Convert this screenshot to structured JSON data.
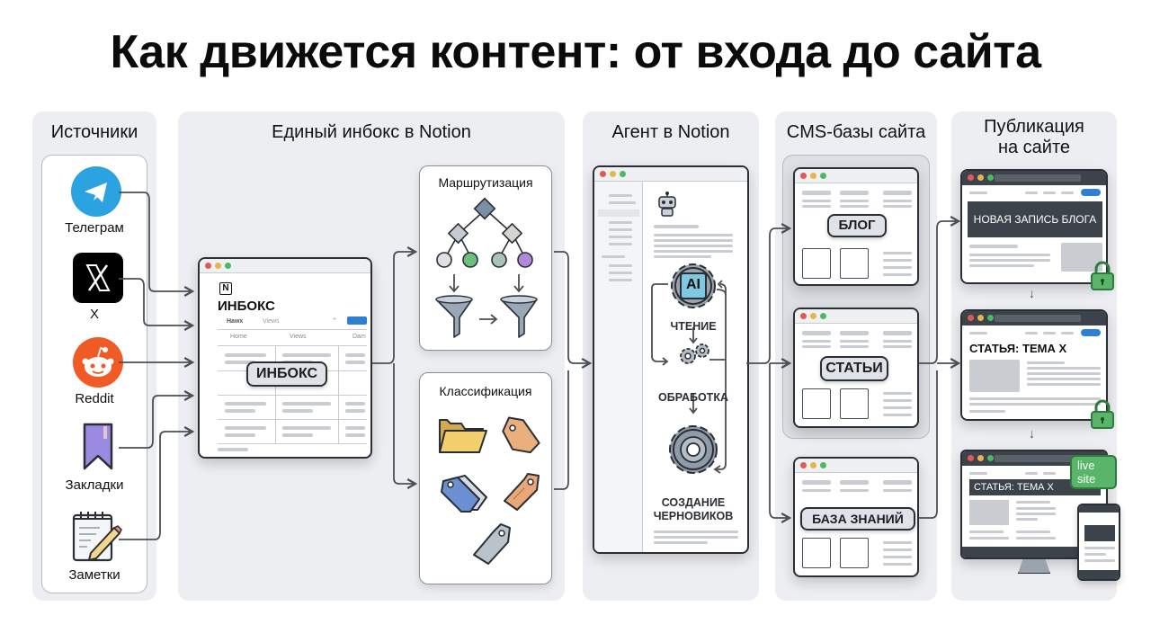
{
  "title": "Как движется контент: от входа до сайта",
  "columns": {
    "sources": {
      "title": "Источники",
      "items": [
        {
          "label": "Телеграм",
          "icon": "telegram-icon",
          "color": "#2aa3e0"
        },
        {
          "label": "X",
          "icon": "x-icon",
          "color": "#000000"
        },
        {
          "label": "Reddit",
          "icon": "reddit-icon",
          "color": "#f05a24"
        },
        {
          "label": "Закладки",
          "icon": "bookmark-icon",
          "color": "#9b8be0"
        },
        {
          "label": "Заметки",
          "icon": "notepad-icon",
          "color": "#f2d88a"
        }
      ]
    },
    "inbox": {
      "title": "Единый инбокс в Notion",
      "window": {
        "page_title": "ИНБОКС",
        "tabs": [
          "Наwx",
          "Views"
        ],
        "columns": [
          "Home",
          "Views",
          "Dam"
        ],
        "badge": "ИНБОКС"
      },
      "routing": {
        "title": "Маршрутизация"
      },
      "classification": {
        "title": "Классификация"
      }
    },
    "agent": {
      "title": "Агент в Notion",
      "ai_badge": "AI",
      "steps": [
        "ЧТЕНИЕ",
        "ОБРАБОТКА",
        "СОЗДАНИЕ ЧЕРНОВИКОВ"
      ]
    },
    "cms": {
      "title": "CMS-базы сайта",
      "databases": [
        "БЛОГ",
        "СТАТЬИ",
        "БАЗА ЗНАНИЙ"
      ]
    },
    "publish": {
      "title": "Публикация на сайте",
      "pages": [
        {
          "heading": "НОВАЯ ЗАПИСЬ БЛОГА",
          "locked": true
        },
        {
          "heading": "СТАТЬЯ: ТЕМА X",
          "locked": true
        },
        {
          "heading": "СТАТЬЯ: ТЕМА X",
          "badge": "live site"
        }
      ]
    }
  },
  "colors": {
    "panel": "#eceef1",
    "accent_blue": "#2f80d0",
    "lock_green": "#58b56a",
    "dark": "#2b2f35"
  }
}
